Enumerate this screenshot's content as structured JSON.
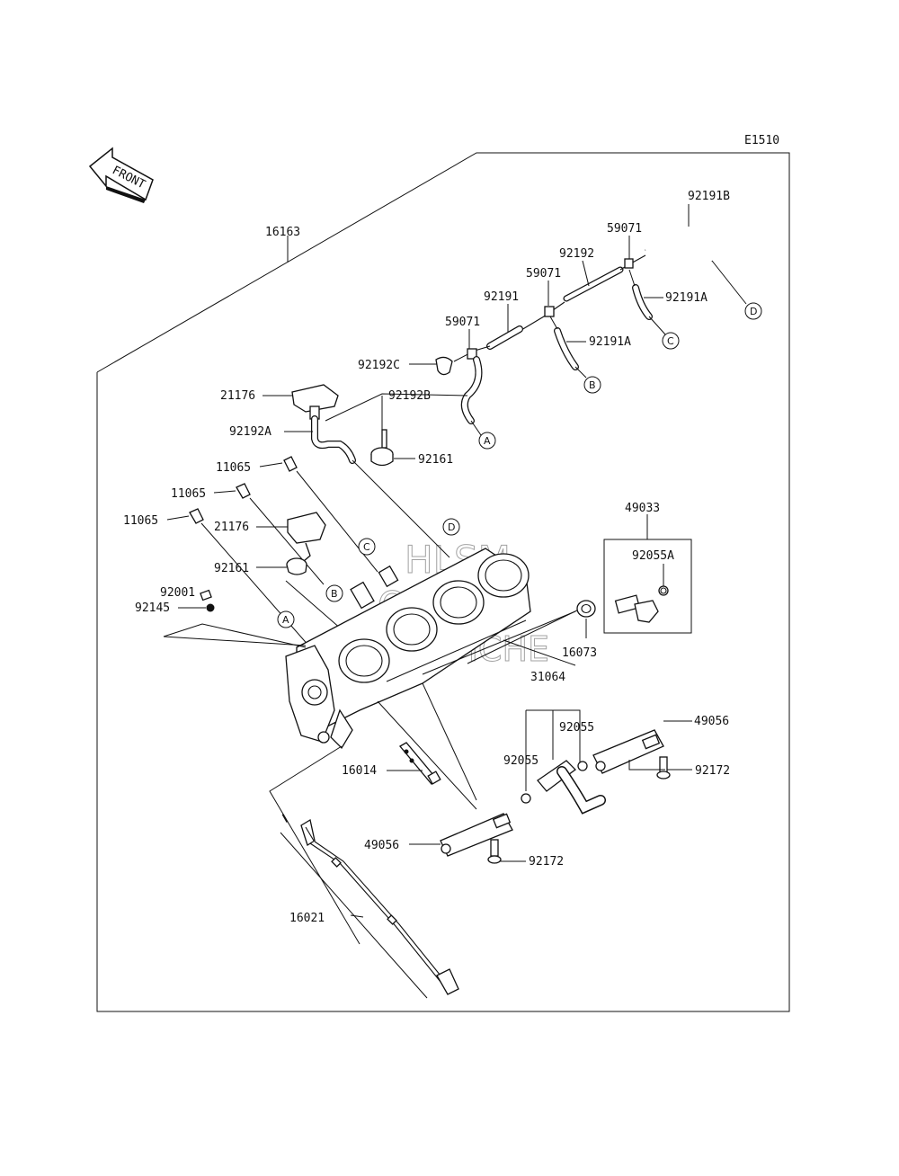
{
  "diagram_code": "E1510",
  "front_label": "FRONT",
  "watermark": {
    "line1": "HLSM",
    "line2": "ONLINE",
    "line3": "MICROFICHE"
  },
  "parts": {
    "p16163": "16163",
    "p92191B": "92191B",
    "p59071_a": "59071",
    "p92192": "92192",
    "p59071_b": "59071",
    "p92191A_a": "92191A",
    "p92191": "92191",
    "p59071_c": "59071",
    "p92191A_b": "92191A",
    "p92192C": "92192C",
    "p21176_a": "21176",
    "p92192B": "92192B",
    "p92192A": "92192A",
    "p92161_a": "92161",
    "p11065_a": "11065",
    "p11065_b": "11065",
    "p11065_c": "11065",
    "p21176_b": "21176",
    "p92161_b": "92161",
    "p92001": "92001",
    "p92145": "92145",
    "p49033": "49033",
    "p92055A": "92055A",
    "p16073": "16073",
    "p31064": "31064",
    "p92055_a": "92055",
    "p92055_b": "92055",
    "p49056_a": "49056",
    "p92172_a": "92172",
    "p16014": "16014",
    "p49056_b": "49056",
    "p92172_b": "92172",
    "p16021": "16021"
  },
  "refs": {
    "A": "A",
    "B": "B",
    "C": "C",
    "D": "D"
  }
}
